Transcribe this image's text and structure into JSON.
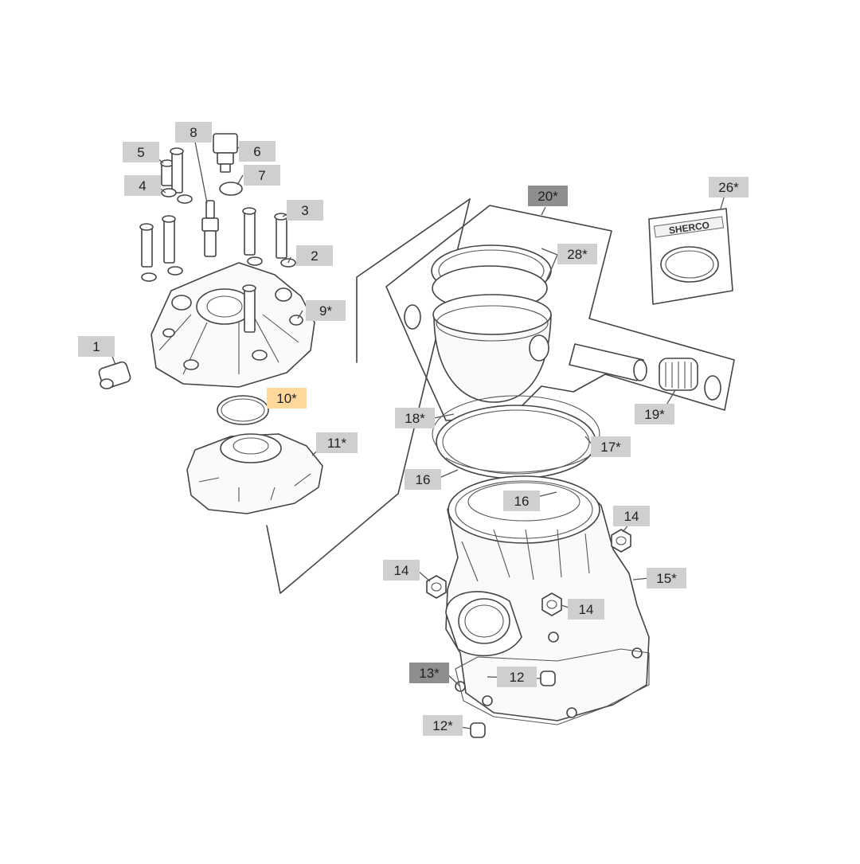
{
  "colors": {
    "label_bg": "#cfcfcf",
    "label_dark_bg": "#8e8e8e",
    "label_highlight_bg": "#ffd89a",
    "label_highlight_text": "#8a5a00",
    "line": "#444444"
  },
  "callouts": [
    {
      "id": "c1",
      "text": "1",
      "style": "normal"
    },
    {
      "id": "c2",
      "text": "2",
      "style": "normal"
    },
    {
      "id": "c3",
      "text": "3",
      "style": "normal"
    },
    {
      "id": "c4",
      "text": "4",
      "style": "normal"
    },
    {
      "id": "c5",
      "text": "5",
      "style": "normal"
    },
    {
      "id": "c6",
      "text": "6",
      "style": "normal"
    },
    {
      "id": "c7",
      "text": "7",
      "style": "normal"
    },
    {
      "id": "c8",
      "text": "8",
      "style": "normal"
    },
    {
      "id": "c9",
      "text": "9*",
      "style": "normal"
    },
    {
      "id": "c10",
      "text": "10*",
      "style": "highlight"
    },
    {
      "id": "c11",
      "text": "11*",
      "style": "normal"
    },
    {
      "id": "c12a",
      "text": "12",
      "style": "normal"
    },
    {
      "id": "c12b",
      "text": "12*",
      "style": "normal"
    },
    {
      "id": "c13",
      "text": "13*",
      "style": "dark"
    },
    {
      "id": "c14a",
      "text": "14",
      "style": "normal"
    },
    {
      "id": "c14b",
      "text": "14",
      "style": "normal"
    },
    {
      "id": "c14c",
      "text": "14",
      "style": "normal"
    },
    {
      "id": "c15",
      "text": "15*",
      "style": "normal"
    },
    {
      "id": "c16a",
      "text": "16",
      "style": "normal"
    },
    {
      "id": "c16b",
      "text": "16",
      "style": "normal"
    },
    {
      "id": "c17",
      "text": "17*",
      "style": "normal"
    },
    {
      "id": "c18",
      "text": "18*",
      "style": "normal"
    },
    {
      "id": "c19",
      "text": "19*",
      "style": "normal"
    },
    {
      "id": "c20",
      "text": "20*",
      "style": "dark"
    },
    {
      "id": "c26",
      "text": "26*",
      "style": "normal"
    },
    {
      "id": "c28",
      "text": "28*",
      "style": "normal"
    }
  ],
  "kit_bag": {
    "brand_text": "SHERCO"
  }
}
